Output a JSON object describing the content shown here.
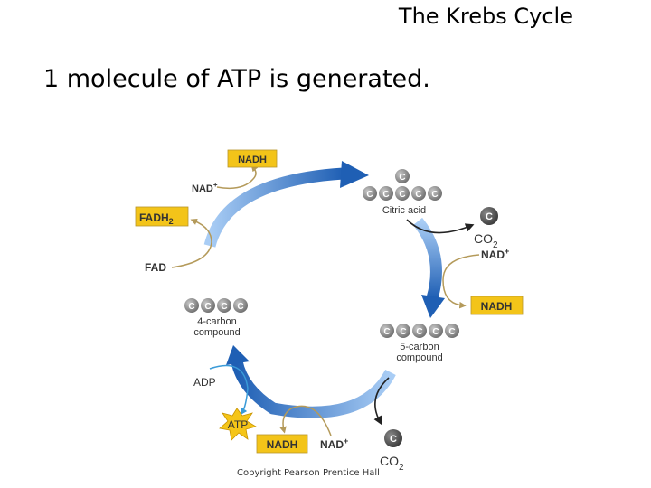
{
  "slide": {
    "title": "The Krebs Cycle",
    "subtitle": "1 molecule of ATP is generated.",
    "copyright": "Copyright Pearson Prentice Hall"
  },
  "diagram": {
    "carbon_symbol": "C",
    "citric_acid_label": "Citric acid",
    "five_carbon_label_line1": "5-carbon",
    "five_carbon_label_line2": "compound",
    "four_carbon_label_line1": "4-carbon",
    "four_carbon_label_line2": "compound",
    "co2_label": "CO",
    "co2_subscript": "2",
    "nad_label": "NAD",
    "nad_superscript": "+",
    "nadh_label": "NADH",
    "fadh_label": "FADH",
    "fadh_subscript": "2",
    "fad_label": "FAD",
    "adp_label": "ADP",
    "atp_label": "ATP"
  },
  "colors": {
    "carbon_gray": "#8c8c8c",
    "carbon_dark": "#4d4d4d",
    "nadh_box": "#f3c419",
    "arrow_dark_blue": "#1f5fb4",
    "arrow_light_blue": "#a9cdf5",
    "atp_star": "#f5c518",
    "side_arrow_tan": "#b49a5a",
    "adp_arrow": "#3a9bd8"
  }
}
